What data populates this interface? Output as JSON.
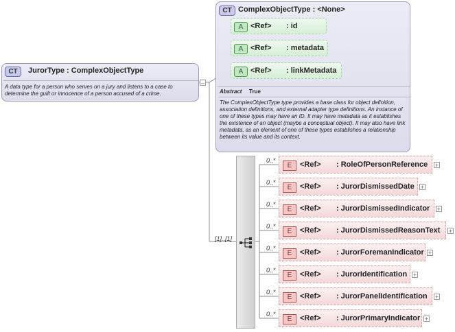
{
  "juror": {
    "badge": "CT",
    "title": "JurorType : ComplexObjectType",
    "description": "A data type for a person who serves on a jury and listens to a case to determine the guilt or innocence of a person accused of a crime."
  },
  "base": {
    "badge": "CT",
    "title": "ComplexObjectType : <None>",
    "attributes": [
      {
        "badge": "A",
        "ref": "<Ref>",
        "name": ": id"
      },
      {
        "badge": "A",
        "ref": "<Ref>",
        "name": ": metadata"
      },
      {
        "badge": "A",
        "ref": "<Ref>",
        "name": ": linkMetadata"
      }
    ],
    "abstract_label": "Abstract",
    "abstract_value": "True",
    "description": "The ComplexObjectType type provides a base class for object definition, association definitions, and external adapter type definitions. An instance of one of these types may have an ID. It may have metadata as it establishes the existence of an object (maybe a conceptual object). It may also have link metadata, as an element of one of these types establishes a relationship between its value and its context."
  },
  "sequence": {
    "cardinality": "[1]..[1]"
  },
  "elements": [
    {
      "occurs": "0..*",
      "badge": "E",
      "ref": "<Ref>",
      "name": ": RoleOfPersonReference"
    },
    {
      "occurs": "0..*",
      "badge": "E",
      "ref": "<Ref>",
      "name": ": JurorDismissedDate"
    },
    {
      "occurs": "0..*",
      "badge": "E",
      "ref": "<Ref>",
      "name": ": JurorDismissedIndicator"
    },
    {
      "occurs": "0..*",
      "badge": "E",
      "ref": "<Ref>",
      "name": ": JurorDismissedReasonText"
    },
    {
      "occurs": "0..*",
      "badge": "E",
      "ref": "<Ref>",
      "name": ": JurorForemanIndicator"
    },
    {
      "occurs": "0..*",
      "badge": "E",
      "ref": "<Ref>",
      "name": ": JurorIdentification"
    },
    {
      "occurs": "0..*",
      "badge": "E",
      "ref": "<Ref>",
      "name": ": JurorPanelIdentification"
    },
    {
      "occurs": "0..*",
      "badge": "E",
      "ref": "<Ref>",
      "name": ": JurorPrimaryIndicator"
    }
  ]
}
